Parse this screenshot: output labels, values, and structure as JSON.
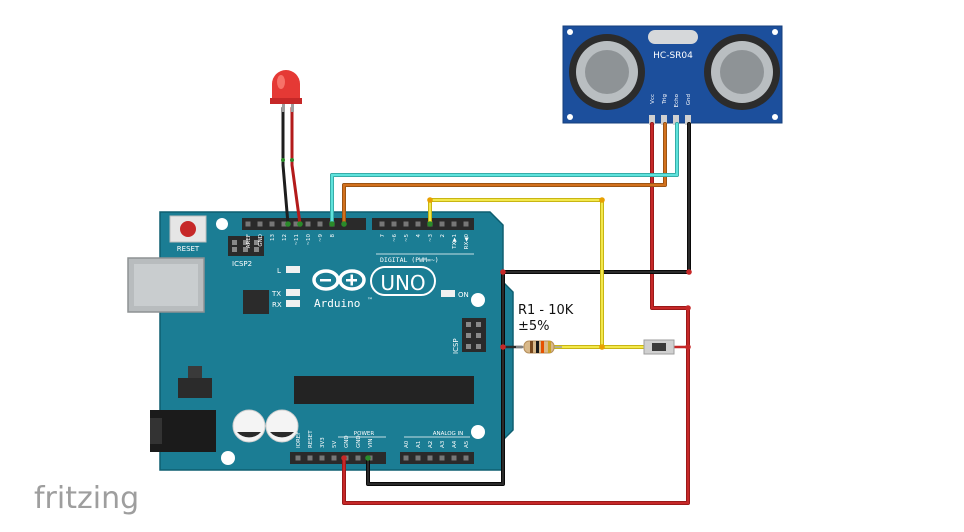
{
  "sensor": {
    "model": "HC-SR04",
    "pins": [
      "Vcc",
      "Trig",
      "Echo",
      "Gnd"
    ]
  },
  "resistor": {
    "name": "R1 - 10K",
    "tolerance": "±5%"
  },
  "arduino": {
    "reset_label": "RESET",
    "icsp2_label": "ICSP2",
    "icsp_label": "ICSP",
    "brand": "Arduino",
    "trademark": "™",
    "model": "UNO",
    "on_label": "ON",
    "led_l": "L",
    "led_tx": "TX",
    "led_rx": "RX",
    "digital_label": "DIGITAL (PWM=~)",
    "power_label": "POWER",
    "analog_label": "ANALOG IN",
    "digital_pins": [
      "AREF",
      "GND",
      "13",
      "12",
      "~11",
      "~10",
      "~9",
      "8",
      "7",
      "~6",
      "~5",
      "4",
      "~3",
      "2",
      "TX▶1",
      "RX◀0"
    ],
    "power_pins": [
      "IOREF",
      "RESET",
      "3V3",
      "5V",
      "GND",
      "GND",
      "VIN"
    ],
    "analog_pins": [
      "A0",
      "A1",
      "A2",
      "A3",
      "A4",
      "A5"
    ]
  },
  "watermark": "fritzing",
  "colors": {
    "board": "#1b7d94",
    "sensor_board": "#1c4f9c",
    "wire_red": "#b31b1b",
    "wire_black": "#1a1a1a",
    "wire_cyan": "#4fd7d0",
    "wire_orange": "#d2691e",
    "wire_yellow": "#f0e040",
    "led": "#e02020"
  }
}
